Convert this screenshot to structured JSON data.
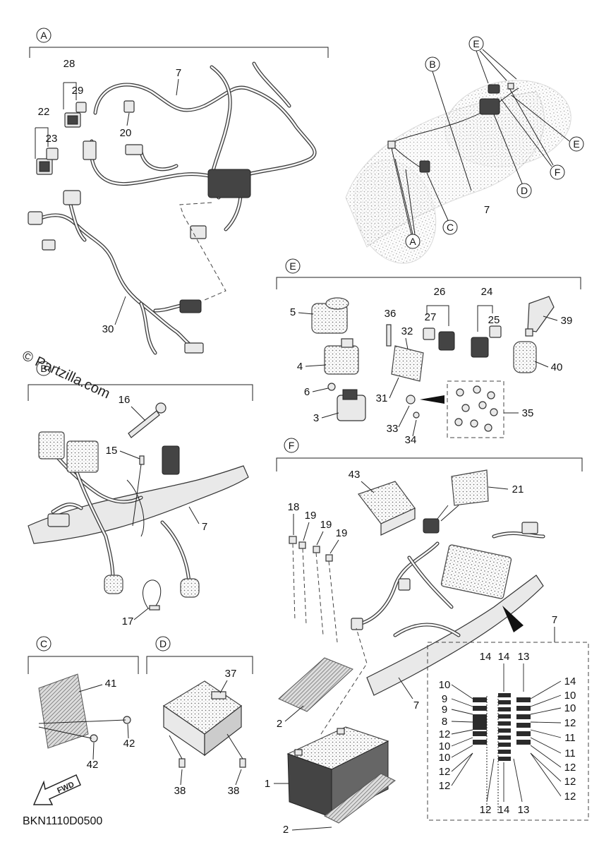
{
  "diagram_code": "BKN1110D0500",
  "watermark": "© Partzilla.com",
  "fwd_label": "FWD",
  "sections": {
    "A": "A",
    "B": "B",
    "C": "C",
    "D": "D",
    "E": "E",
    "F": "F"
  },
  "overview_labels": [
    "E",
    "B",
    "E",
    "F",
    "D",
    "7",
    "C",
    "A"
  ],
  "callouts": {
    "c1": "1",
    "c2a": "2",
    "c2b": "2",
    "c3": "3",
    "c4": "4",
    "c5": "5",
    "c6": "6",
    "c7a": "7",
    "c7b": "7",
    "c7c": "7",
    "c7d": "7",
    "c7e": "7",
    "c15": "15",
    "c16": "16",
    "c17": "17",
    "c18": "18",
    "c19a": "19",
    "c19b": "19",
    "c19c": "19",
    "c20": "20",
    "c21": "21",
    "c22": "22",
    "c23": "23",
    "c24": "24",
    "c25": "25",
    "c26": "26",
    "c27": "27",
    "c28": "28",
    "c29": "29",
    "c30": "30",
    "c31": "31",
    "c32": "32",
    "c33": "33",
    "c34": "34",
    "c35": "35",
    "c36": "36",
    "c37": "37",
    "c38a": "38",
    "c38b": "38",
    "c39": "39",
    "c40": "40",
    "c41": "41",
    "c42a": "42",
    "c42b": "42",
    "c43": "43"
  },
  "fuse_box_labels": {
    "top": [
      "14",
      "14",
      "13"
    ],
    "left": [
      "10",
      "9",
      "9",
      "8",
      "12",
      "10",
      "10",
      "12",
      "12"
    ],
    "right": [
      "14",
      "10",
      "10",
      "12",
      "11",
      "11",
      "12",
      "12",
      "12"
    ],
    "bottom": [
      "12",
      "14",
      "13"
    ]
  }
}
